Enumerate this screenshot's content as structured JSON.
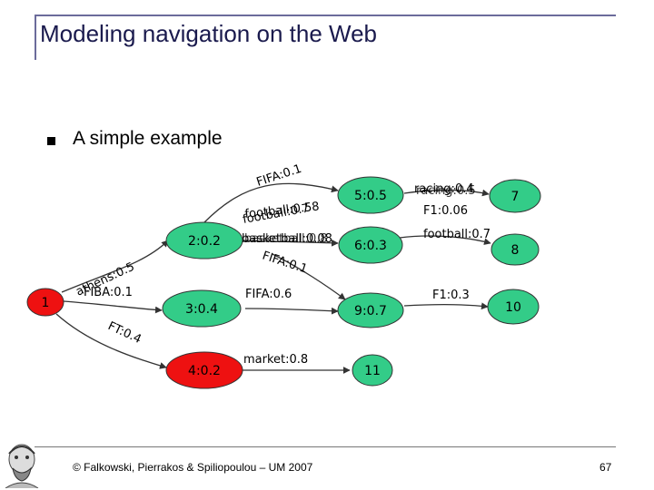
{
  "slide": {
    "title": "Modeling navigation on the Web",
    "bullet": "A simple example",
    "footer": "© Falkowski, Pierrakos & Spiliopoulou – UM 2007",
    "page_number": "67"
  },
  "colors": {
    "red": "#ee1111",
    "green": "#33cc88",
    "edge": "#333333"
  },
  "diagram": {
    "nodes": {
      "n1": {
        "label": "1",
        "color": "red"
      },
      "n2": {
        "label": "2:0.2",
        "color": "green"
      },
      "n3": {
        "label": "3:0.4",
        "color": "green"
      },
      "n4": {
        "label": "4:0.2",
        "color": "red"
      },
      "n5": {
        "label": "5:0.5",
        "color": "green"
      },
      "n6": {
        "label": "6:0.3",
        "color": "green"
      },
      "n7": {
        "label": "7",
        "color": "green"
      },
      "n8": {
        "label": "8",
        "color": "green"
      },
      "n9": {
        "label": "9:0.7",
        "color": "green"
      },
      "n10": {
        "label": "10",
        "color": "green"
      },
      "n11": {
        "label": "11",
        "color": "green"
      }
    },
    "edge_labels": {
      "athens": "athens:0.5",
      "fiba": "FIBA:0.1",
      "ft": "FT:0.4",
      "fifa_top": "FIFA:0.1",
      "football_a": "football:0.58",
      "football_b": "football:0.7",
      "basketball_a": "basketball:0.08",
      "basketball_b": "basketball:0.8",
      "fifa_mid": "FIFA:0.1",
      "fifa_low": "FIFA:0.6",
      "market": "market:0.8",
      "racing_a": "racing:0.4",
      "racing_b": "racing:0.5",
      "f1_top": "F1:0.06",
      "football_right": "football:0.7",
      "f1_low": "F1:0.3"
    }
  }
}
